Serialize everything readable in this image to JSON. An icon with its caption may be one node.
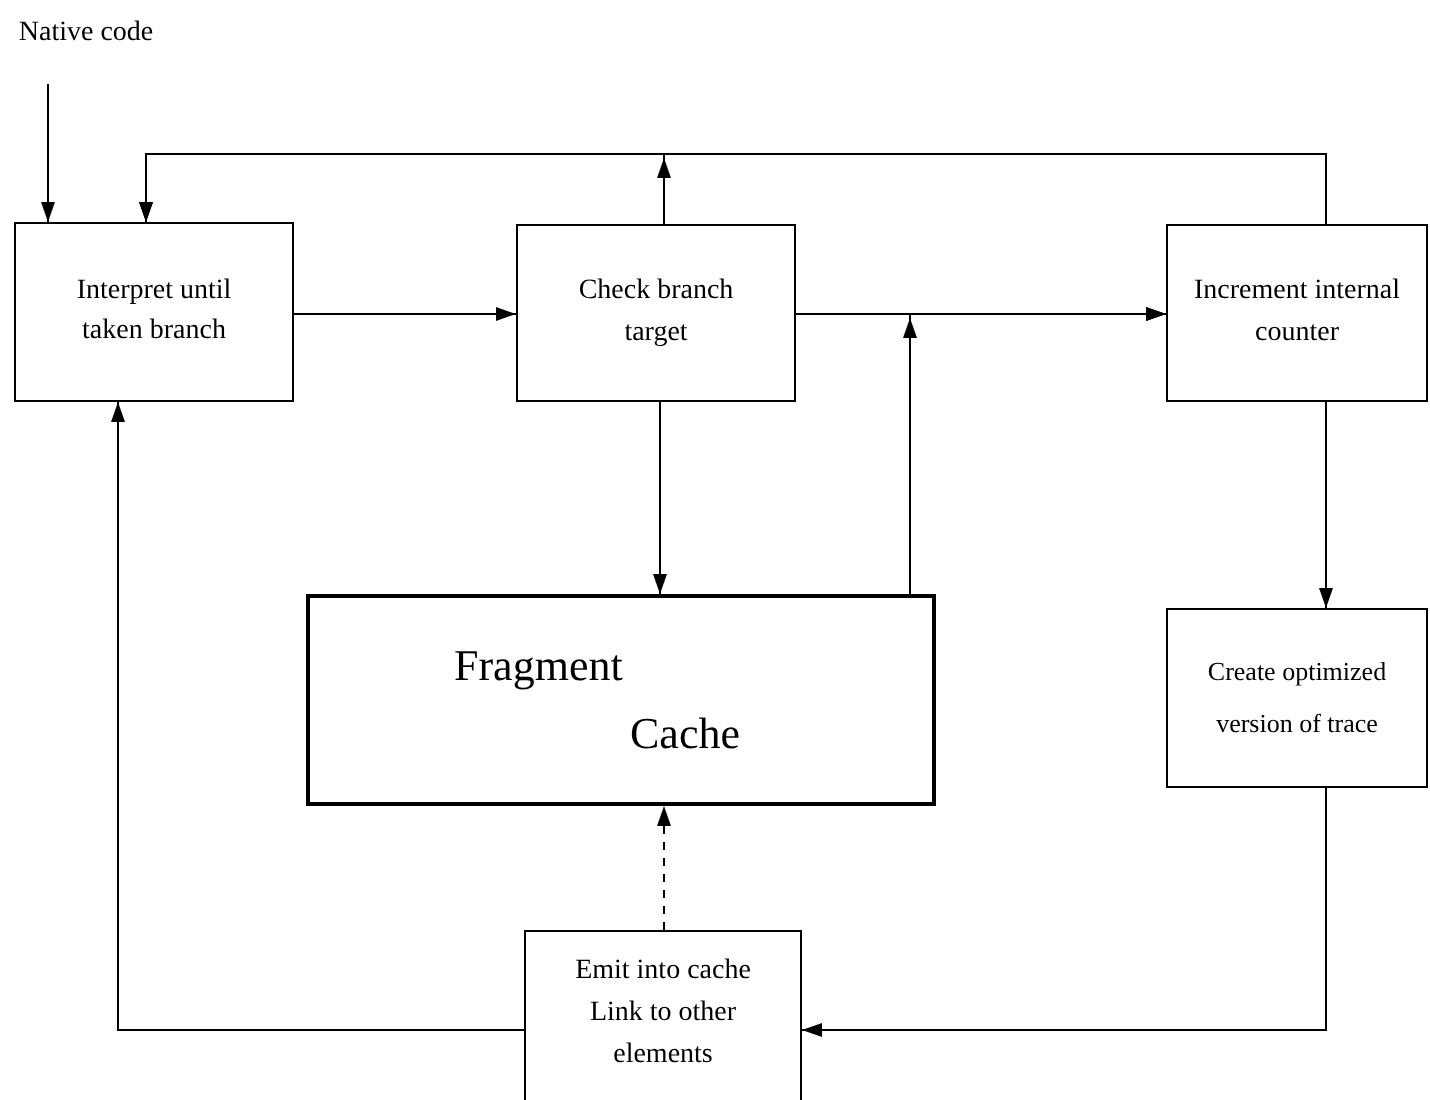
{
  "diagram": {
    "nodes": [
      {
        "text": [
          "Native code"
        ]
      },
      {
        "text": [
          "Interpret until taken branch"
        ]
      },
      {
        "text": [
          "Check branch target"
        ]
      },
      {
        "text": [
          "Increment internal counter"
        ]
      },
      {
        "text": [
          "Fragment",
          "Cache"
        ]
      },
      {
        "text": [
          "Create optimized version of trace"
        ]
      },
      {
        "text": [
          "Emit into cache Link to other elements"
        ]
      }
    ],
    "edges": [
      {
        "from": 0,
        "to": 1,
        "arrow": "to"
      },
      {
        "from": 3,
        "to": 1,
        "arrow": "to"
      },
      {
        "from": 2,
        "to": 1,
        "arrow": "to"
      },
      {
        "from": 1,
        "to": 2,
        "arrow": "to"
      },
      {
        "from": 2,
        "to": 3,
        "arrow": "to"
      },
      {
        "from": 4,
        "to": 3,
        "arrow": "to"
      },
      {
        "from": 2,
        "to": 4,
        "arrow": "to"
      },
      {
        "from": 3,
        "to": 5,
        "arrow": "to"
      },
      {
        "from": 5,
        "to": 6,
        "arrow": "to"
      },
      {
        "from": 6,
        "to": 4,
        "arrow": "to",
        "style": "dashed"
      },
      {
        "from": 6,
        "to": 1,
        "arrow": "to"
      }
    ]
  }
}
